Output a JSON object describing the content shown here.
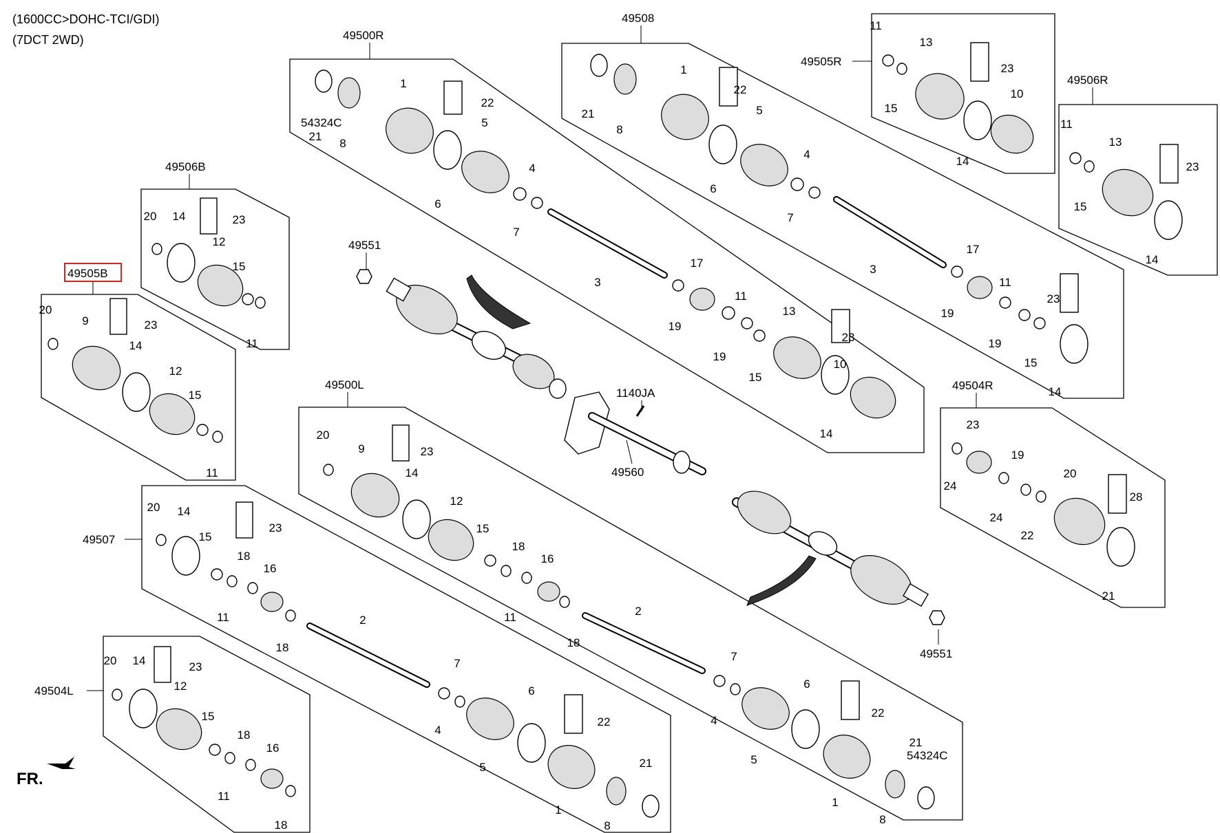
{
  "header": {
    "line1": "(1600CC>DOHC-TCI/GDI)",
    "line2": "(7DCT 2WD)"
  },
  "fr_label": "FR.",
  "highlight": {
    "code": "49505B",
    "color": "#e0201b"
  },
  "assemblies": {
    "a49500R": "49500R",
    "a49508": "49508",
    "a49505R": "49505R",
    "a49506R": "49506R",
    "a49506B": "49506B",
    "a49505B": "49505B",
    "a49551_top": "49551",
    "a1140JA": "1140JA",
    "a49560": "49560",
    "a49500L": "49500L",
    "a49504R": "49504R",
    "a49507": "49507",
    "a49504L": "49504L",
    "a49551_bottom": "49551",
    "a54324C_top": "54324C",
    "a54324C_bottom": "54324C"
  },
  "callouts": {
    "n1": "1",
    "n2": "2",
    "n3": "3",
    "n4": "4",
    "n5": "5",
    "n6": "6",
    "n7": "7",
    "n8": "8",
    "n9": "9",
    "n10": "10",
    "n11": "11",
    "n12": "12",
    "n13": "13",
    "n14": "14",
    "n15": "15",
    "n16": "16",
    "n17": "17",
    "n18": "18",
    "n19": "19",
    "n20": "20",
    "n21": "21",
    "n22": "22",
    "n23": "23",
    "n24": "24",
    "n28": "28"
  }
}
